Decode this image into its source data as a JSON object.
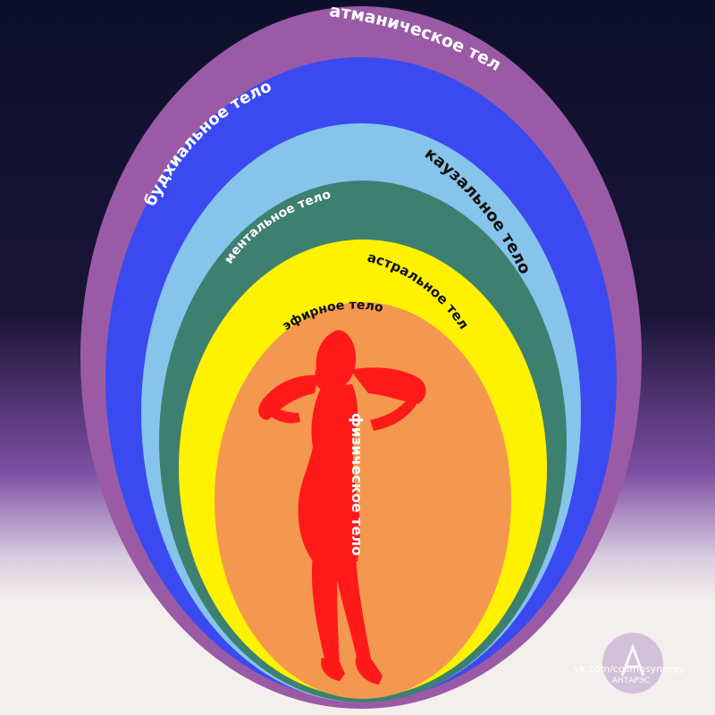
{
  "colors": {
    "background_top": "#0d0f2b",
    "background_mid": "#7d4ea3",
    "background_bottom": "#f3efed",
    "atmanic": "#9b5aa6",
    "buddhic": "#3a4af0",
    "causal": "#86c4ec",
    "mental": "#3e8070",
    "astral": "#fff200",
    "etheric": "#f4984f",
    "physical": "#ff1a1a",
    "label_light": "#ffffff",
    "label_dark": "#111111"
  },
  "bodies": {
    "atmanic": "атманическое тело",
    "buddhic": "будхиальное тело",
    "causal": "каузальное тело",
    "mental": "ментальное тело",
    "astral": "астральное тело",
    "etheric": "эфирное тело",
    "physical": "физическое тело"
  },
  "watermark": {
    "url": "vk.com/cosmosynergy",
    "brand": "АНТАРЭС"
  }
}
